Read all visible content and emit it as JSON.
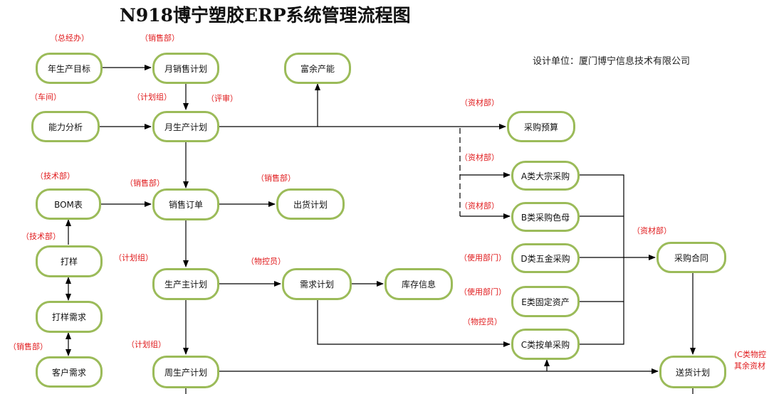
{
  "title": "N918博宁塑胶ERP系统管理流程图",
  "designer": "设计单位：厦门博宁信息技术有限公司",
  "nodes": {
    "annual_target": "年生产目标",
    "monthly_sales_plan": "月销售计划",
    "surplus_capacity": "富余产能",
    "capacity_analysis": "能力分析",
    "monthly_production_plan": "月生产计划",
    "purchase_budget": "采购预算",
    "bom": "BOM表",
    "sales_order": "销售订单",
    "shipping_plan": "出货计划",
    "class_a": "A类大宗采购",
    "class_b": "B类采购色母",
    "sampling": "打样",
    "master_plan": "生产主计划",
    "demand_plan": "需求计划",
    "inventory": "库存信息",
    "class_d": "D类五金采购",
    "class_e": "E类固定资产",
    "purchase_contract": "采购合同",
    "sampling_request": "打样需求",
    "class_c": "C类按单采购",
    "customer_demand": "客户需求",
    "weekly_plan": "周生产计划",
    "delivery_plan": "送货计划"
  },
  "departments": {
    "gm": "（总经办）",
    "sales_1": "（销售部）",
    "workshop": "（车间）",
    "planning_1": "（计划组）",
    "review": "（评审）",
    "materials_1": "（资材部）",
    "materials_2": "（资材部）",
    "tech_1": "（技术部）",
    "sales_2": "（销售部）",
    "sales_3": "（销售部）",
    "materials_3": "（资材部）",
    "tech_2": "（技术部）",
    "materials_4": "（资材部）",
    "planning_2": "（计划组）",
    "controller_1": "（物控员）",
    "user_dept_1": "（使用部门）",
    "user_dept_2": "（使用部门）",
    "controller_2": "（物控员）",
    "sales_4": "（销售部）",
    "planning_3": "（计划组）",
    "c_note_1": "(C类物控",
    "c_note_2": "其余资材"
  },
  "colors": {
    "node_border": "#9bbb59",
    "dept_text": "#e0191b",
    "line": "#000000"
  }
}
